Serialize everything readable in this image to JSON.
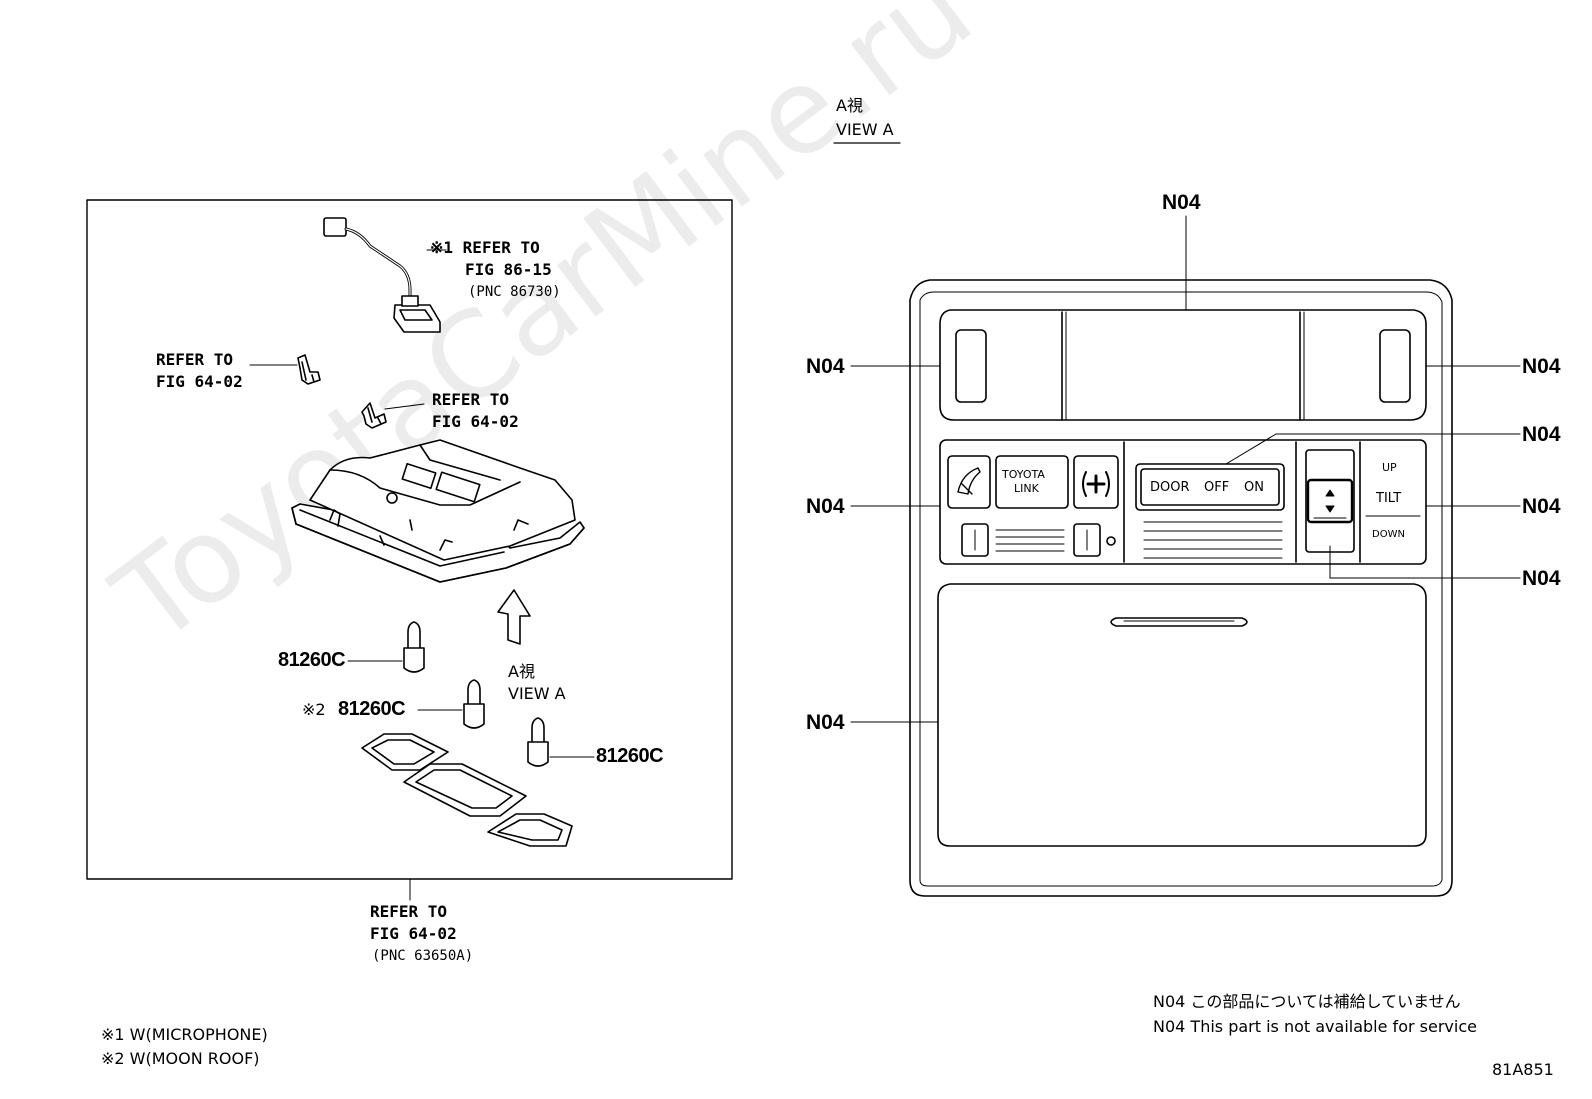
{
  "watermark": "ToyotaCarMine.ru",
  "view_a_header": {
    "jp": "A視",
    "en": "VIEW A"
  },
  "left_panel": {
    "callout_mic": {
      "line1": "※1 REFER TO",
      "line2": "FIG 86-15",
      "line3": "(PNC 86730)"
    },
    "callout_clip_a": {
      "line1": "REFER TO",
      "line2": "FIG 64-02"
    },
    "callout_clip_b": {
      "line1": "REFER TO",
      "line2": "FIG 64-02"
    },
    "view_arrow": {
      "jp": "A視",
      "en": "VIEW A"
    },
    "bulb_1": "81260C",
    "bulb_2_mark": "※2",
    "bulb_2": "81260C",
    "bulb_3": "81260C"
  },
  "bottom_callout": {
    "line1": "REFER TO",
    "line2": "FIG 64-02",
    "line3": "(PNC 63650A)"
  },
  "right_panel": {
    "labels": [
      "N04",
      "N04",
      "N04",
      "N04",
      "N04",
      "N04",
      "N04",
      "N04"
    ],
    "buttons": {
      "toyota_link_1": "TOYOTA",
      "toyota_link_2": "LINK",
      "door": "DOOR",
      "off": "OFF",
      "on": "ON",
      "up": "UP",
      "tilt": "TILT",
      "down": "DOWN"
    }
  },
  "notes": {
    "note1": "※1 W(MICROPHONE)",
    "note2": "※2 W(MOON ROOF)"
  },
  "legend": {
    "jp": "N04 この部品については補給していません",
    "en": "N04 This part is not available for service"
  },
  "figure_id": "81A851",
  "colors": {
    "ink": "#000000",
    "background": "#ffffff"
  }
}
